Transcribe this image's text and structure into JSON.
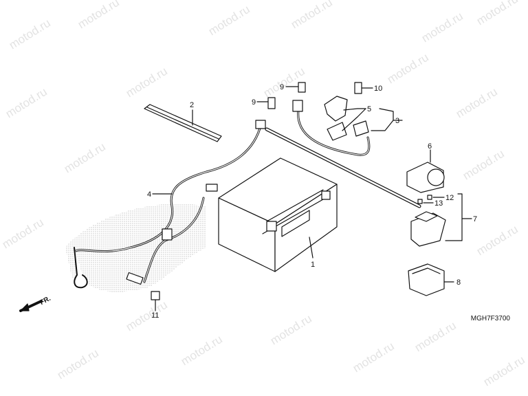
{
  "watermark": "motod.ru",
  "drawing_code": "MGH7F3700",
  "direction_label": "FR.",
  "parts": [
    {
      "no": "1",
      "name_icon": "battery-icon"
    },
    {
      "no": "2",
      "name_icon": "battery-band-icon"
    },
    {
      "no": "3",
      "name_icon": "cable-assy-icon"
    },
    {
      "no": "4",
      "name_icon": "ground-cable-icon"
    },
    {
      "no": "5",
      "name_icon": "terminal-cover-icon"
    },
    {
      "no": "6",
      "name_icon": "relay-cover-icon"
    },
    {
      "no": "7",
      "name_icon": "starter-relay-icon"
    },
    {
      "no": "8",
      "name_icon": "relay-rubber-icon"
    },
    {
      "no": "9",
      "name_icon": "bolt-icon"
    },
    {
      "no": "10",
      "name_icon": "bolt-icon"
    },
    {
      "no": "11",
      "name_icon": "bolt-icon"
    },
    {
      "no": "12",
      "name_icon": "fuse-icon"
    },
    {
      "no": "13",
      "name_icon": "fuse-icon"
    }
  ]
}
